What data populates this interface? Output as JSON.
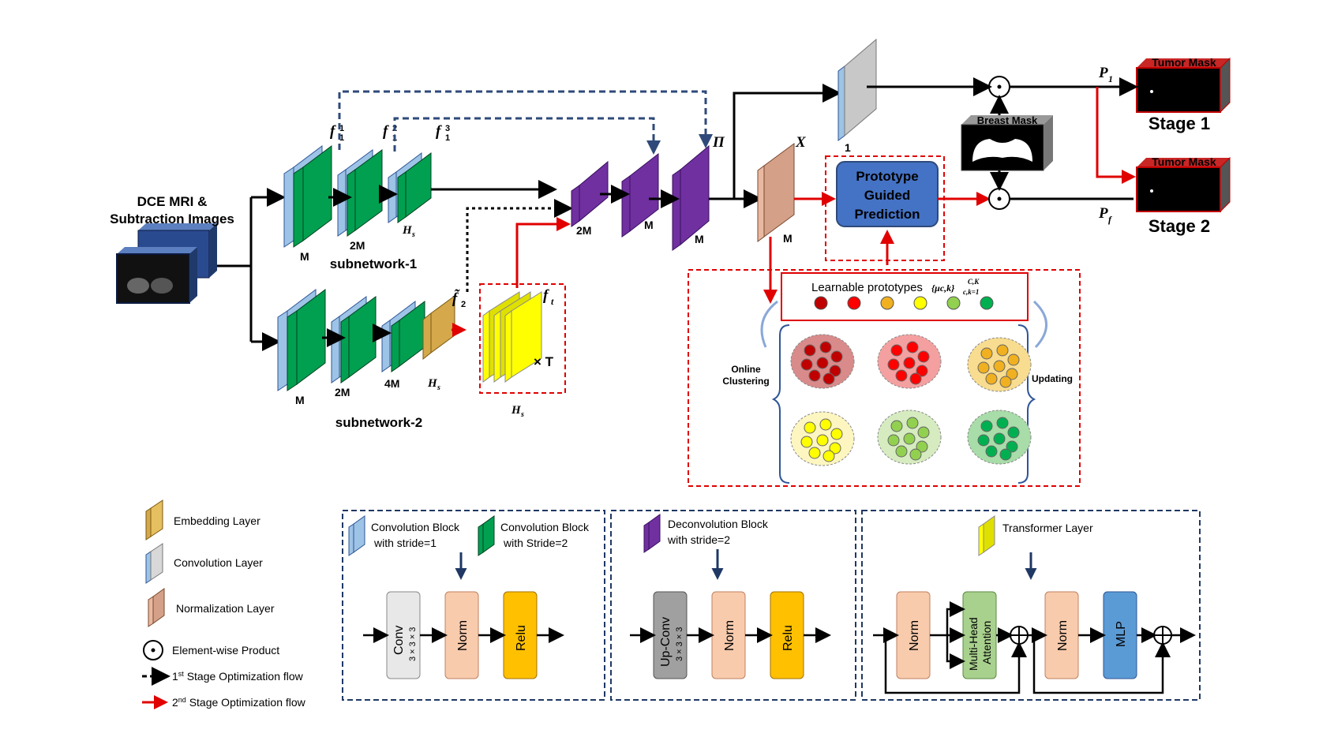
{
  "input": {
    "title_line1": "DCE MRI &",
    "title_line2": "Subtraction Images"
  },
  "subnetwork1": {
    "name": "subnetwork-1",
    "feature_labels": [
      "f",
      "f",
      "f"
    ],
    "feature_supers": [
      "1",
      "2",
      "3"
    ],
    "feature_subs": [
      "1",
      "1",
      "1"
    ],
    "scales": [
      "M",
      "2M",
      "H"
    ],
    "hs_sub": "s"
  },
  "subnetwork2": {
    "name": "subnetwork-2",
    "scales": [
      "M",
      "2M",
      "4M",
      "H"
    ],
    "hs_sub": "s",
    "f2_label": "f̃",
    "f2_sub": "2"
  },
  "transformer": {
    "ft_label": "f",
    "ft_sub": "t",
    "repeat": "× T",
    "hs_label": "H",
    "hs_sub": "s"
  },
  "decoder": {
    "scales": [
      "2M",
      "M",
      "M"
    ],
    "pi_label": "Π",
    "x_label": "X",
    "x_scale": "M",
    "one_label": "1"
  },
  "prediction": {
    "box_line1": "Prototype",
    "box_line2": "Guided",
    "box_line3": "Prediction"
  },
  "prototypes": {
    "title": "Learnable prototypes",
    "notation": "{μc,k}",
    "notation_sup": "C,K",
    "notation_sub": "c,k=1",
    "left_label_1": "Online",
    "left_label_2": "Clustering",
    "right_label": "Updating",
    "dot_colors": [
      "#c00000",
      "#ff0000",
      "#f0b020",
      "#ffff00",
      "#92d050",
      "#00b050"
    ]
  },
  "outputs": {
    "breast_mask": "Breast Mask",
    "tumor_mask_1": "Tumor Mask",
    "tumor_mask_2": "Tumor Mask",
    "p1": "P",
    "p1_sub": "1",
    "pf": "P",
    "pf_sub": "f",
    "stage1": "Stage 1",
    "stage2": "Stage 2"
  },
  "legend": {
    "embedding": "Embedding Layer",
    "conv": "Convolution Layer",
    "norm": "Normalization Layer",
    "element_wise": "Element-wise Product",
    "stage1_flow_pre": "1",
    "stage1_flow_sup": "st",
    "stage1_flow_post": " Stage Optimization flow",
    "stage2_flow_pre": "2",
    "stage2_flow_sup": "nd",
    "stage2_flow_post": " Stage Optimization flow"
  },
  "block_conv": {
    "label1a": "Convolution Block",
    "label1b": "with stride=1",
    "label2a": "Convolution Block",
    "label2b": "with Stride=2",
    "conv": "Conv",
    "conv_size": "3 × 3 × 3",
    "norm": "Norm",
    "relu": "Relu"
  },
  "block_deconv": {
    "label_a": "Deconvolution Block",
    "label_b": "with stride=2",
    "upconv": "Up-Conv",
    "upconv_size": "3 × 3 × 3",
    "norm": "Norm",
    "relu": "Relu"
  },
  "block_transformer": {
    "label": "Transformer Layer",
    "norm1": "Norm",
    "mha1": "Multi-Head",
    "mha2": "Attention",
    "norm2": "Norm",
    "mlp": "MLP"
  },
  "colors": {
    "conv_blue": "#9dc3e6",
    "conv_green": "#00a050",
    "deconv_purple": "#7030a0",
    "embed_gold": "#d4a84b",
    "norm_peach": "#e8b8a0",
    "transformer_yellow": "#ffff00",
    "proto_box": "#4472c4",
    "red": "#e00000",
    "dash_blue": "#2f4a7a"
  }
}
